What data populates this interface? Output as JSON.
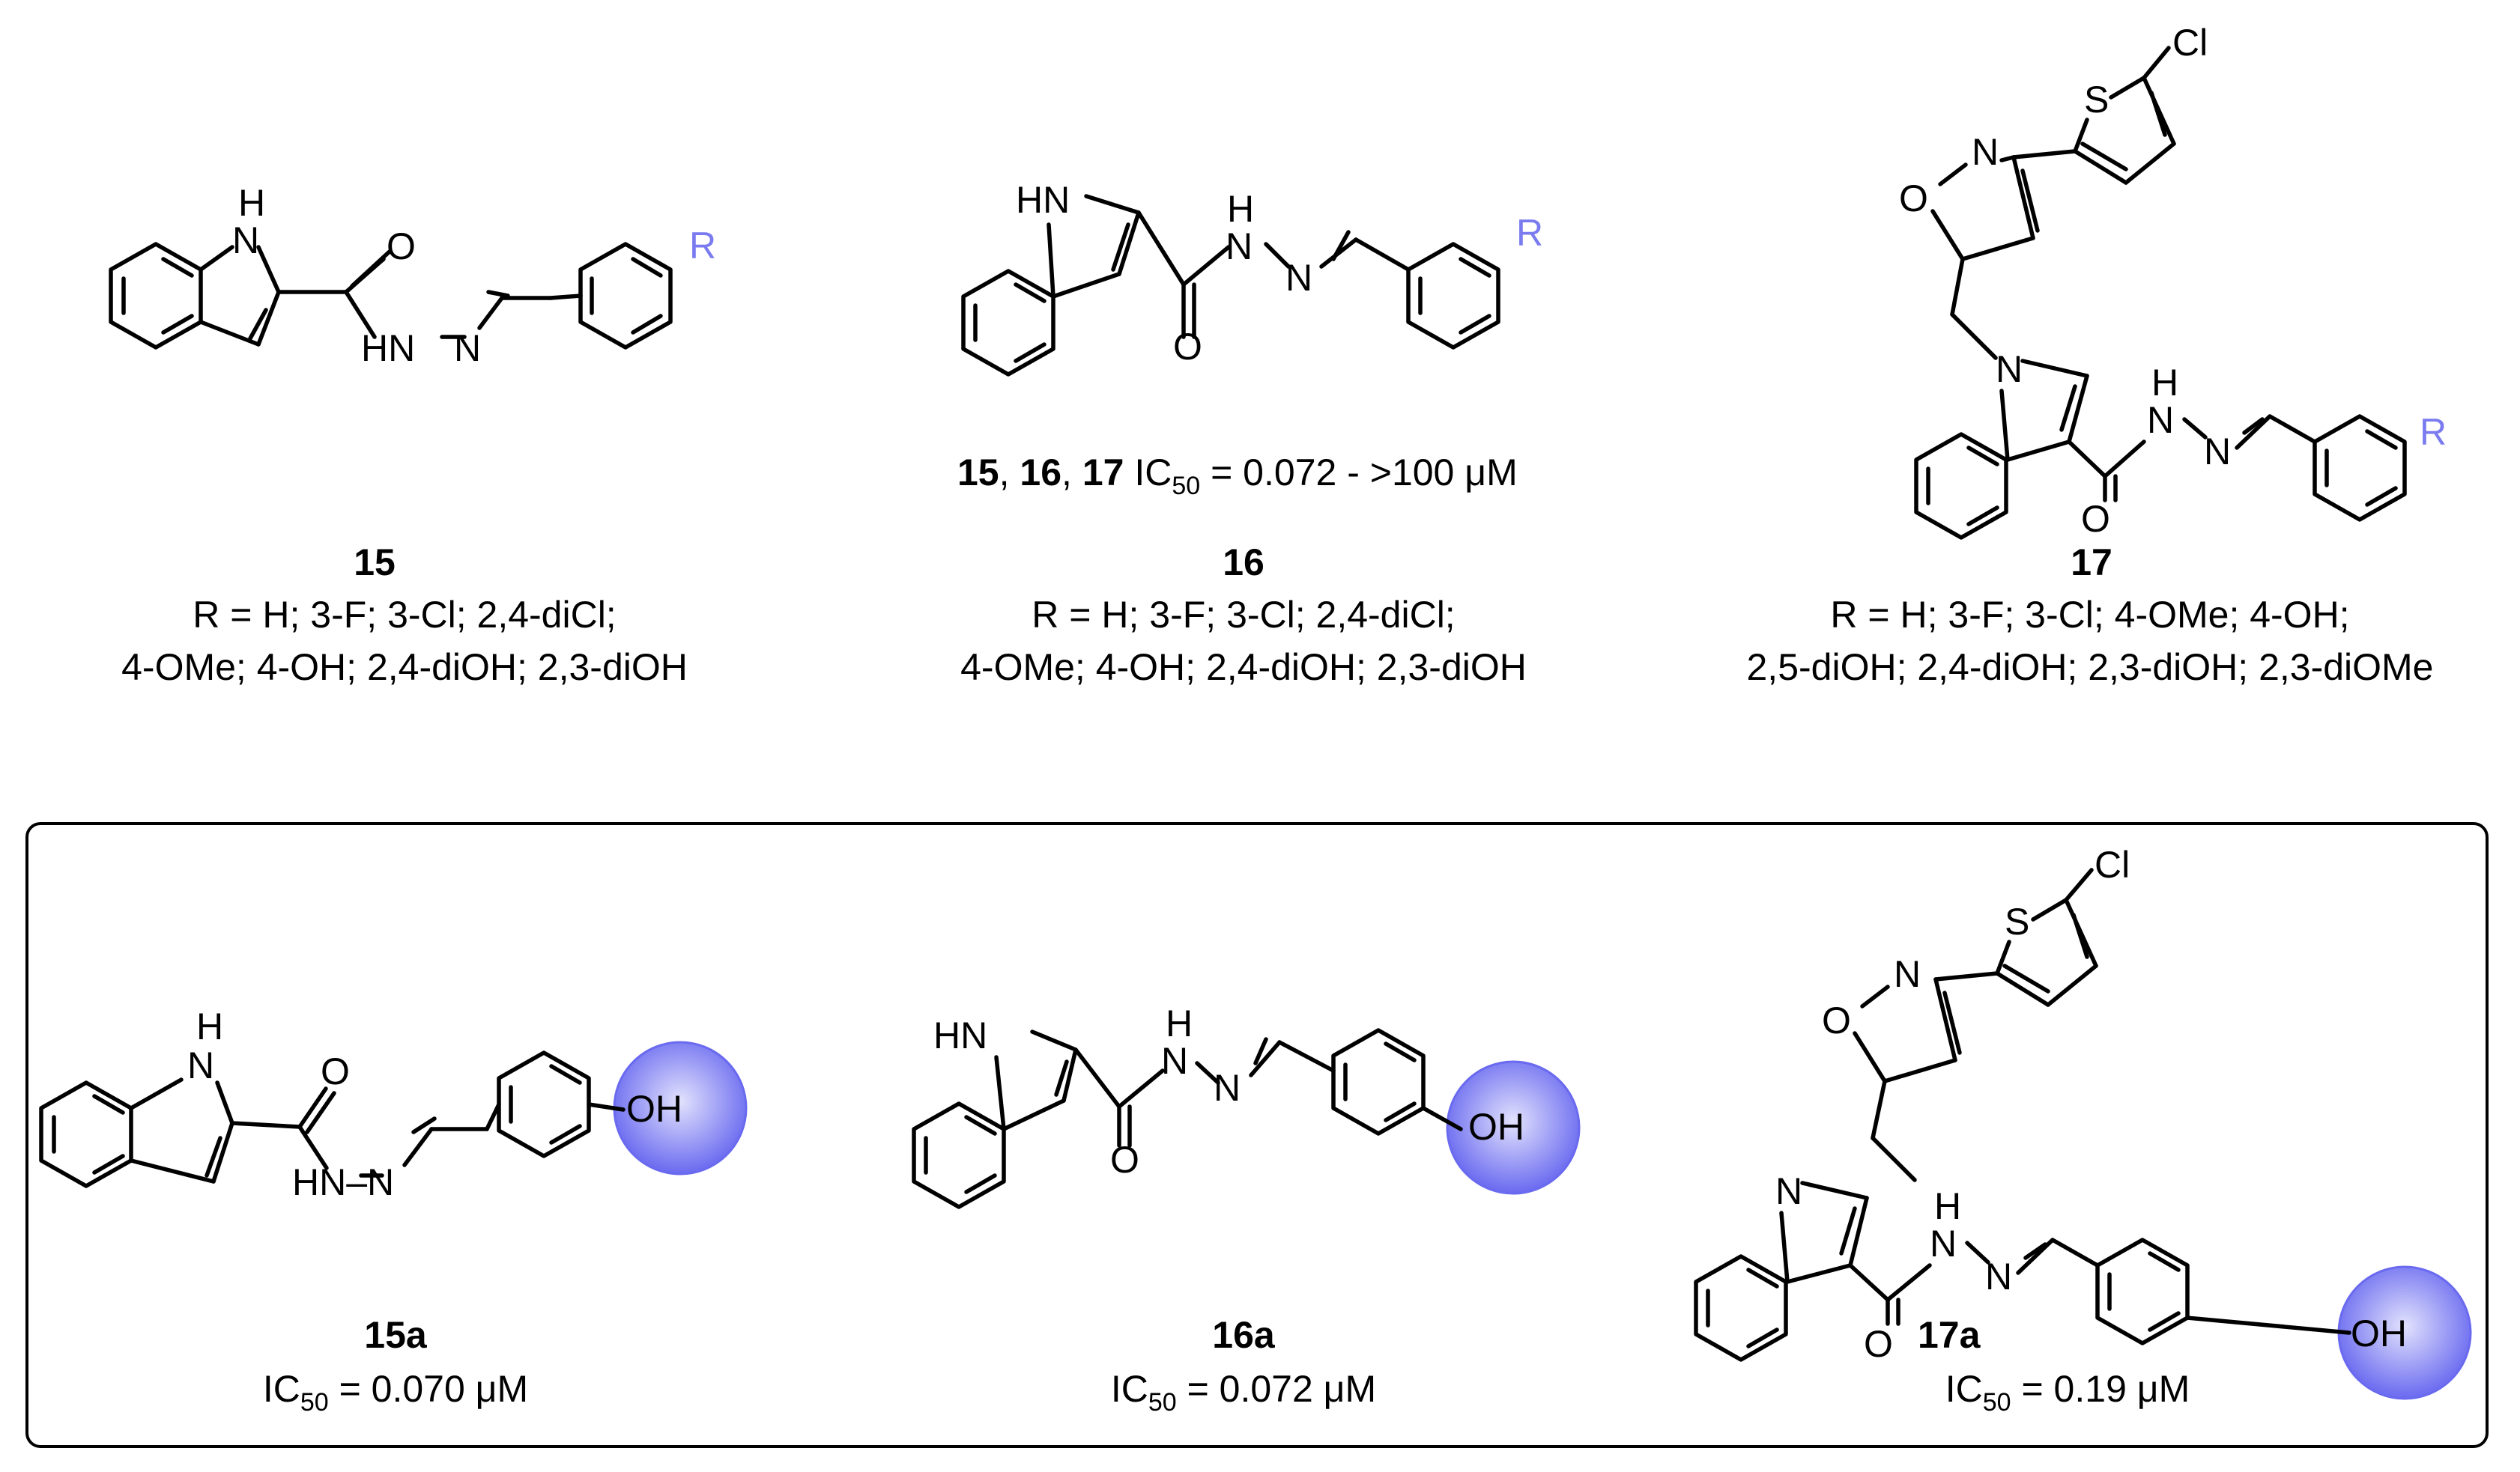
{
  "colors": {
    "r_group": "#7b7bf0",
    "highlight_outer": "#6a6af0",
    "highlight_inner": "#d8d8fc",
    "frame": "#000000"
  },
  "atoms": {
    "N": "N",
    "NH": "NH",
    "H": "H",
    "HN": "HN",
    "HNN": "HN–N",
    "O": "O",
    "S": "S",
    "Cl": "Cl",
    "OH": "OH",
    "R": "R"
  },
  "compounds": {
    "c15": {
      "number": "15",
      "r_line1": "R = H; 3-F; 3-Cl; 2,4-diCl;",
      "r_line2": "4-OMe; 4-OH; 2,4-diOH; 2,3-diOH"
    },
    "c16": {
      "number": "16",
      "r_line1": "R = H; 3-F; 3-Cl; 2,4-diCl;",
      "r_line2": "4-OMe; 4-OH; 2,4-diOH; 2,3-diOH"
    },
    "c17": {
      "number": "17",
      "r_line1": "R = H; 3-F; 3-Cl; 4-OMe; 4-OH;",
      "r_line2": "2,5-diOH; 2,4-diOH; 2,3-diOH; 2,3-diOMe"
    }
  },
  "range_note": {
    "n15": "15",
    "sep1": ", ",
    "n16": "16",
    "sep2": ", ",
    "n17": "17",
    "ic": " IC",
    "sub": "50",
    "value": " =  0.072 - >100 μM"
  },
  "highlights": {
    "h15a": {
      "number": "15a",
      "ic": "IC",
      "sub": "50",
      "value": " = 0.070 μM"
    },
    "h16a": {
      "number": "16a",
      "ic": "IC",
      "sub": "50",
      "value": " = 0.072 μM"
    },
    "h17a": {
      "number": "17a",
      "ic": "IC",
      "sub": "50",
      "value": " = 0.19 μM"
    }
  }
}
